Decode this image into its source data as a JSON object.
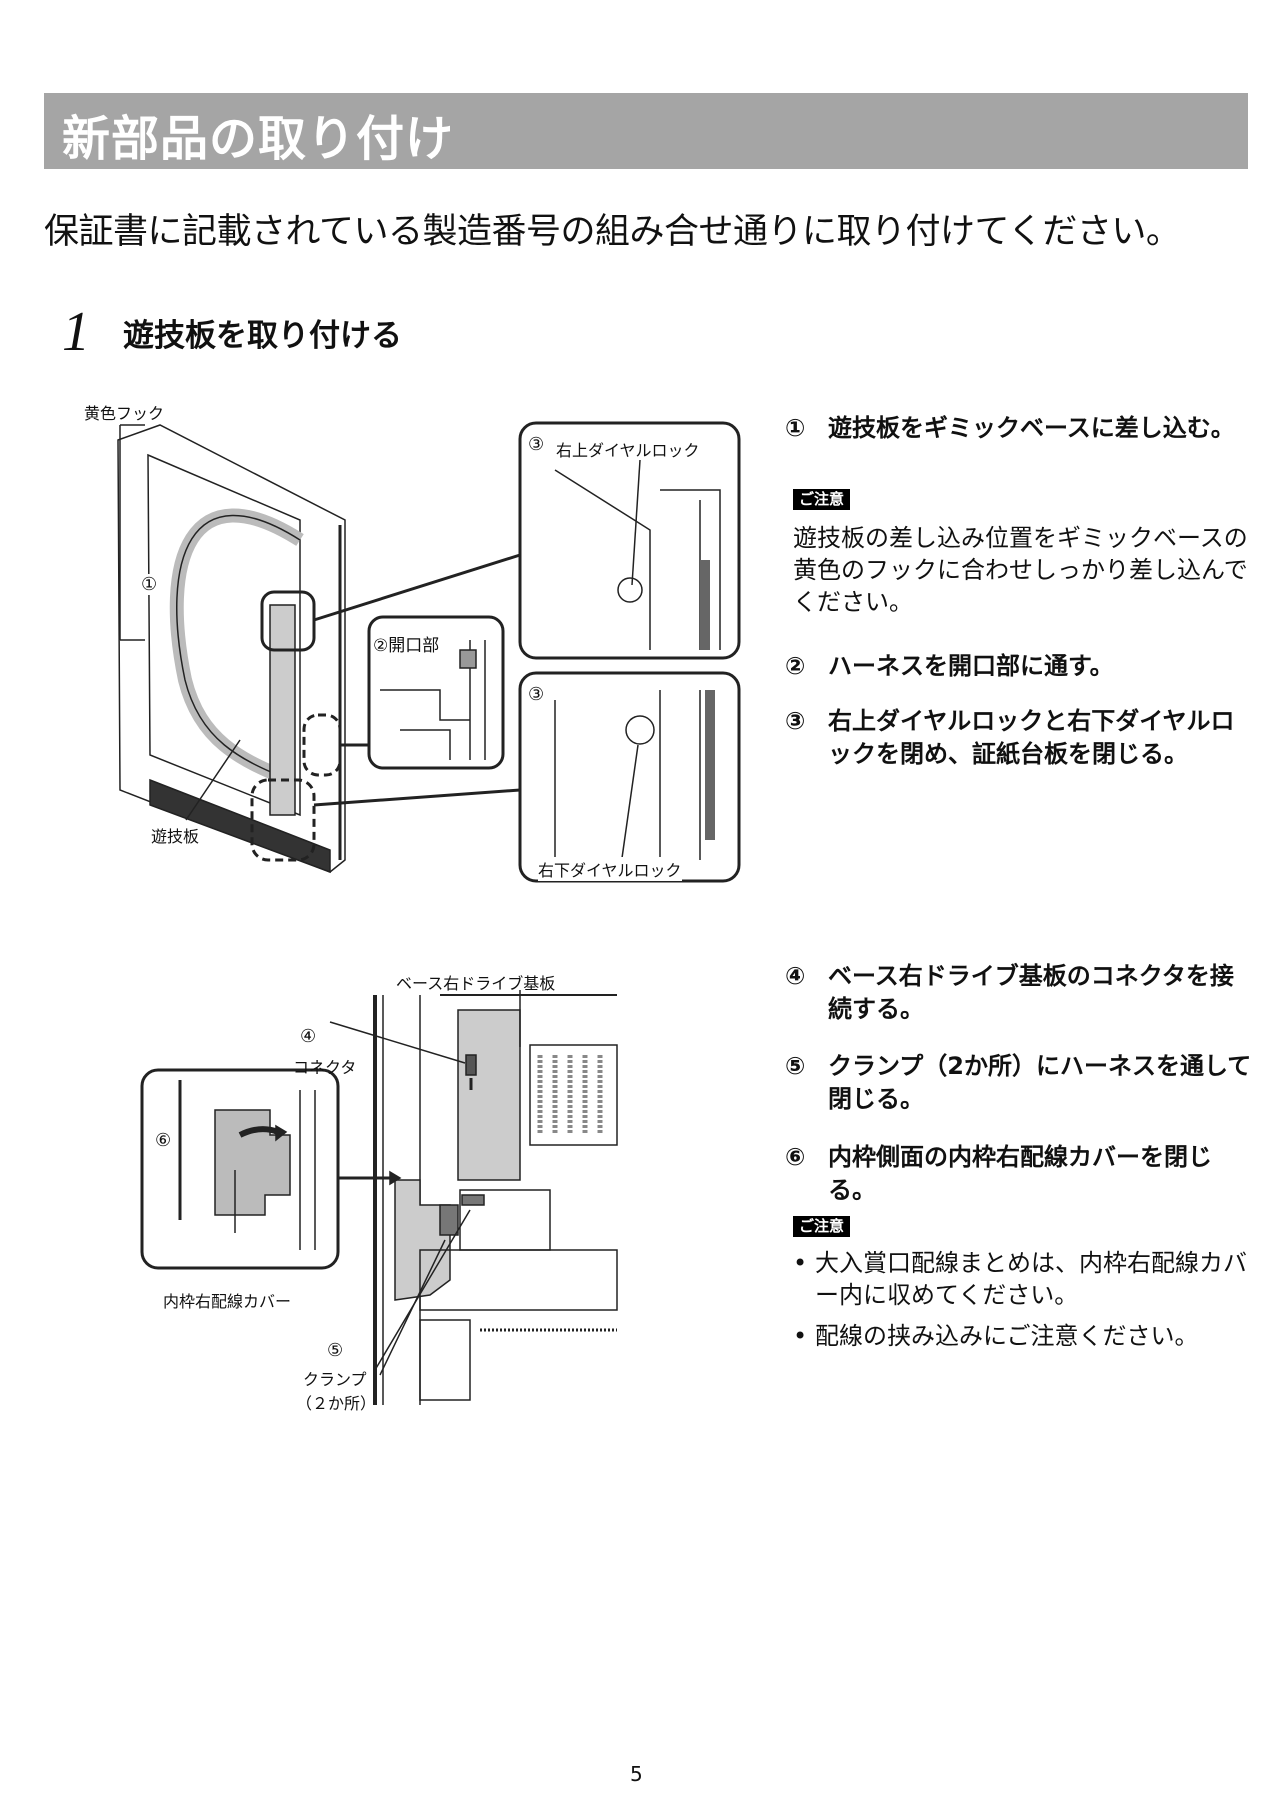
{
  "header": {
    "title": "新部品の取り付け"
  },
  "subtitle": "保証書に記載されている製造番号の組み合せ通りに取り付けてください。",
  "step": {
    "number": "1",
    "heading": "遊技板を取り付ける"
  },
  "figure1": {
    "labels": {
      "yellow_hook": "黄色フック",
      "circle1": "①",
      "board": "遊技板",
      "opening": "②開口部",
      "top_right_num": "③",
      "top_right": "右上ダイヤルロック",
      "bottom_right_num": "③",
      "bottom_right": "右下ダイヤルロック"
    }
  },
  "instructions1": {
    "items": [
      {
        "num": "①",
        "text": "遊技板をギミックベースに差し込む。"
      },
      {
        "num": "②",
        "text": "ハーネスを開口部に通す。"
      },
      {
        "num": "③",
        "text": "右上ダイヤルロックと右下ダイヤルロックを閉め、証紙台板を閉じる。"
      }
    ],
    "caution_label": "ご注意",
    "caution_text": "遊技板の差し込み位置をギミックベースの黄色のフックに合わせしっかり差し込んでください。"
  },
  "figure2": {
    "labels": {
      "drive_board": "ベース右ドライブ基板",
      "connector_num": "④",
      "connector": "コネクタ",
      "cover_num": "⑥",
      "cover": "内枠右配線カバー",
      "clamp_num": "⑤",
      "clamp": "クランプ",
      "clamp_count": "（２か所）"
    }
  },
  "instructions2": {
    "items": [
      {
        "num": "④",
        "text": "ベース右ドライブ基板のコネクタを接続する。"
      },
      {
        "num": "⑤",
        "text": "クランプ（2か所）にハーネスを通して閉じる。"
      },
      {
        "num": "⑥",
        "text": "内枠側面の内枠右配線カバーを閉じる。"
      }
    ],
    "caution_label": "ご注意",
    "bullets": [
      "大入賞口配線まとめは、内枠右配線カバー内に収めてください。",
      "配線の挟み込みにご注意ください。"
    ]
  },
  "page_number": "5"
}
